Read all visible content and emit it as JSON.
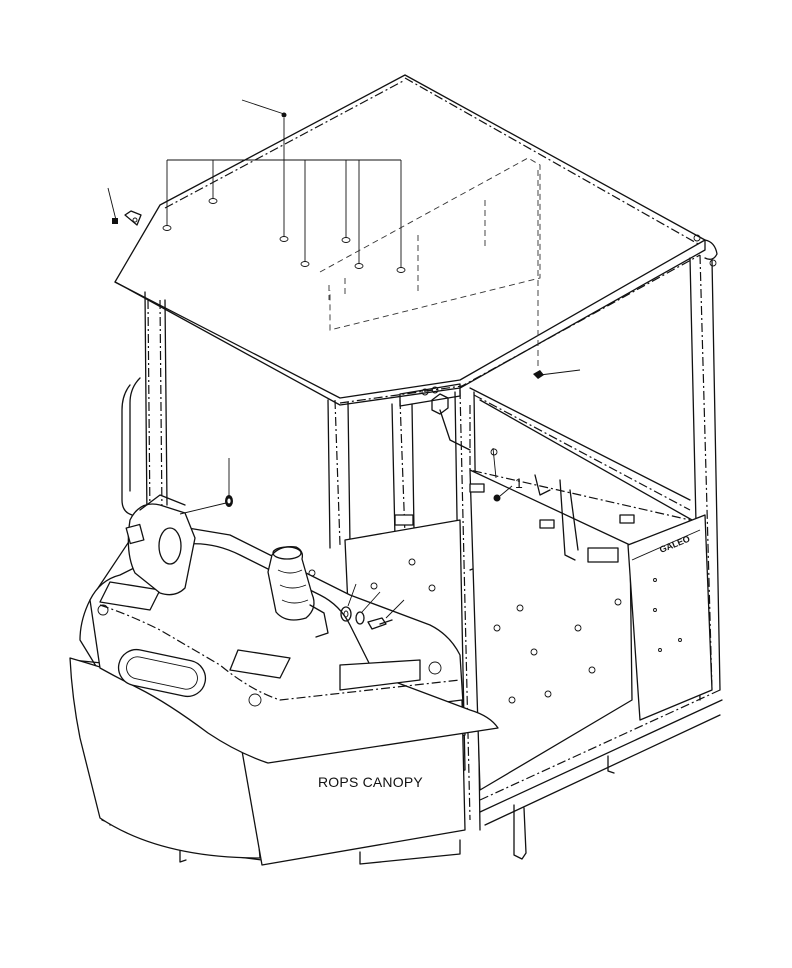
{
  "drawing": {
    "panel_label": "ROPS CANOPY",
    "callout_number": "1",
    "brand_plate_text": "GALEO"
  }
}
